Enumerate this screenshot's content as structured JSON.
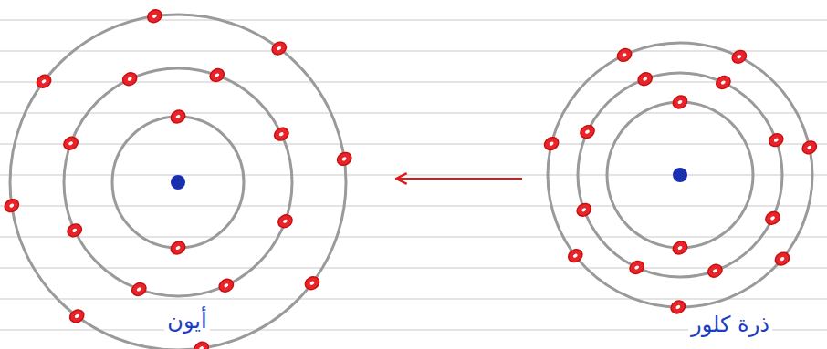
{
  "diagram": {
    "nodes": [
      {
        "text": [
          "ذرة كلور"
        ]
      },
      {
        "text": [
          "أيون"
        ]
      }
    ],
    "edges": [
      {
        "from": 0,
        "to": 1,
        "arrow": "to"
      }
    ]
  }
}
